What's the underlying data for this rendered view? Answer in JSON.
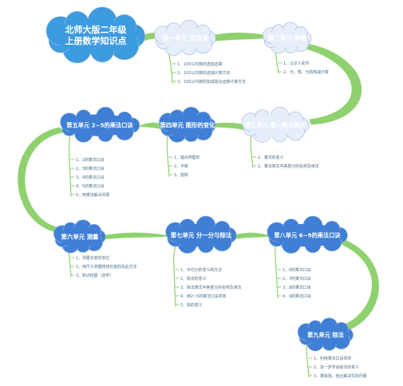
{
  "title": [
    "北师大版二年级",
    "上册数学知识点"
  ],
  "units": [
    {
      "label": "第一单元 加与减",
      "items": [
        "1、100以内数的连加运算",
        "2、100以内数的连减计算方法",
        "3、100以内数的加减混合运算计算方法"
      ]
    },
    {
      "label": "第二单元 购物",
      "items": [
        "1、认识人民币",
        "2、元、角、分的和减计算"
      ]
    },
    {
      "label": "第三单元 数一数与乘法",
      "items": [
        "1、乘法的意义",
        "2、乘法算式中各部分的名称及读法"
      ]
    },
    {
      "label": "第四单元 图形的变化",
      "items": [
        "1、轴对称图形",
        "2、平移",
        "3、旋转"
      ]
    },
    {
      "label": "第五单元 2~5的乘法口诀",
      "items": [
        "1、2的乘法口诀",
        "2、3的乘法口诀",
        "3、4的乘法口诀",
        "4、5的乘法口诀",
        "5、用乘法解决问题"
      ]
    },
    {
      "label": "第六单元 测量",
      "items": [
        "1、测量长度的单位",
        "2、用尺子测量物体长度的先后方法",
        "3、知识拓展（选学）"
      ]
    },
    {
      "label": "第七单元 分一分与除法",
      "items": [
        "1、平均分的意义和方法",
        "2、除法的意义",
        "3、除法算式中各部分的名称及读法",
        "4、用2~5的乘法口诀求商",
        "5、除的意义"
      ]
    },
    {
      "label": "第八单元 6~9的乘法口诀",
      "items": [
        "1、6的乘法口诀",
        "2、7的乘法口诀",
        "3、8的乘法口诀",
        "4、9的乘法口诀"
      ]
    },
    {
      "label": "第九单元 除法",
      "items": [
        "1、利用乘法口诀求商",
        "2、进一步学会除法的意义",
        "3、乘除混，结合解决实际问题"
      ]
    }
  ],
  "colors": {
    "title_cloud": "#3d9be0",
    "light_cloud": "#e6eefa",
    "blue_cloud": "#3f7fd6",
    "branch": "#8fd16e",
    "text_dark": "#1f2f52",
    "item_text": "#4a6f8a"
  }
}
